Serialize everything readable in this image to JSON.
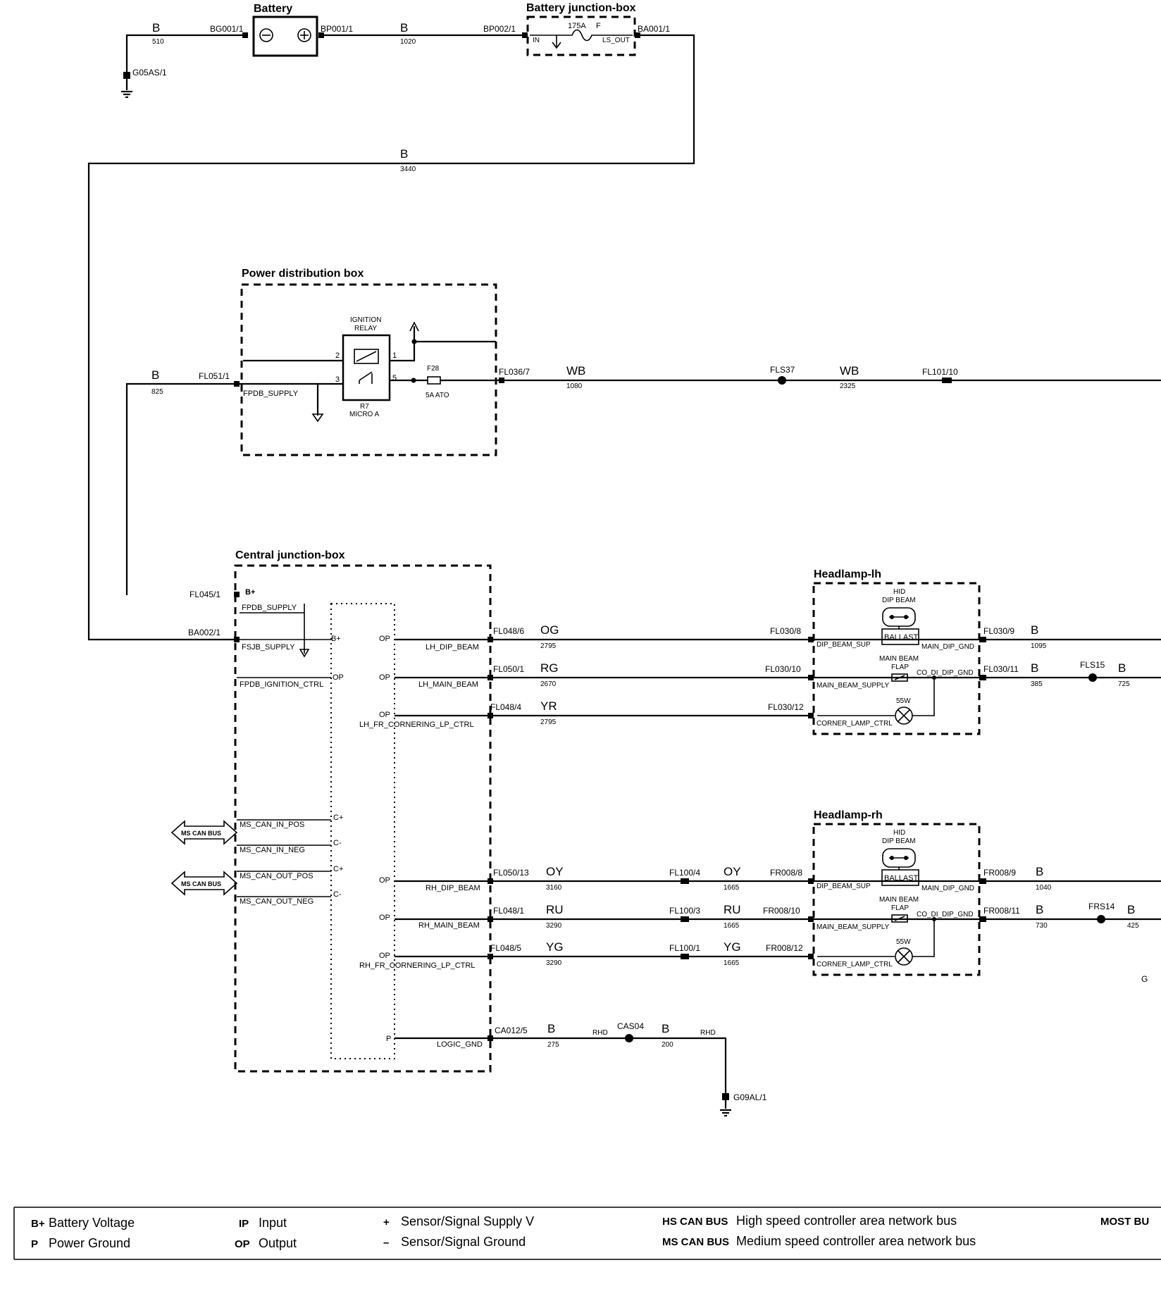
{
  "components": {
    "battery": "Battery",
    "battery_junction_box": "Battery junction-box",
    "power_distribution_box": "Power distribution box",
    "central_junction_box": "Central junction-box",
    "headlamp_lh": "Headlamp-lh",
    "headlamp_rh": "Headlamp-rh"
  },
  "battery_jb": {
    "fuse": "175A",
    "fuse_tag": "F",
    "in": "IN",
    "out": "LS_OUT"
  },
  "relay": {
    "title1": "IGNITION",
    "title2": "RELAY",
    "ref": "R7",
    "type": "MICRO A",
    "pin1": "1",
    "pin2": "2",
    "pin3": "3",
    "pin5": "5"
  },
  "fuse_f28": {
    "name": "F28",
    "rating": "5A ATO"
  },
  "pdb_pin": "FPDB_SUPPLY",
  "cjb": {
    "bplus": "B+",
    "left_pins": [
      "FPDB_SUPPLY",
      "FSJB_SUPPLY",
      "FPDB_IGNITION_CTRL",
      "MS_CAN_IN_POS",
      "MS_CAN_IN_NEG",
      "MS_CAN_OUT_POS",
      "MS_CAN_OUT_NEG"
    ],
    "left_types": [
      "B+",
      "OP",
      "C+",
      "C-",
      "C+",
      "C-"
    ],
    "right_types": [
      "OP",
      "OP",
      "OP",
      "OP",
      "OP",
      "OP",
      "P"
    ],
    "right_pins": [
      "LH_DIP_BEAM",
      "LH_MAIN_BEAM",
      "LH_FR_CORNERING_LP_CTRL",
      "RH_DIP_BEAM",
      "RH_MAIN_BEAM",
      "RH_FR_CORNERING_LP_CTRL",
      "LOGIC_GND"
    ]
  },
  "can_bus_label": "MS CAN BUS",
  "headlamp": {
    "hid1": "HID",
    "hid2": "DIP BEAM",
    "ballast": "BALLAST",
    "main_beam": "MAIN BEAM",
    "flap": "FLAP",
    "watt": "55W",
    "pins": [
      "DIP_BEAM_SUP",
      "MAIN_DIP_GND",
      "MAIN_BEAM_SUPPLY",
      "CO_DI_DIP_GND",
      "CORNER_LAMP_CTRL"
    ]
  },
  "connectors": {
    "bg001": "BG001/1",
    "bp001": "BP001/1",
    "bp002": "BP002/1",
    "ba001": "BA001/1",
    "g05as": "G05AS/1",
    "fl051": "FL051/1",
    "fl036": "FL036/7",
    "fls37": "FLS37",
    "fl101": "FL101/10",
    "fl045": "FL045/1",
    "ba002": "BA002/1",
    "fl048_6": "FL048/6",
    "fl050_1": "FL050/1",
    "fl048_4": "FL048/4",
    "fl030_8": "FL030/8",
    "fl030_10": "FL030/10",
    "fl030_12": "FL030/12",
    "fl030_9": "FL030/9",
    "fl030_11": "FL030/11",
    "fls15": "FLS15",
    "fl050_13": "FL050/13",
    "fl048_1": "FL048/1",
    "fl048_5": "FL048/5",
    "fl100_4": "FL100/4",
    "fl100_3": "FL100/3",
    "fl100_1": "FL100/1",
    "fr008_8": "FR008/8",
    "fr008_10": "FR008/10",
    "fr008_12": "FR008/12",
    "fr008_9": "FR008/9",
    "fr008_11": "FR008/11",
    "frs14": "FRS14",
    "ca012": "CA012/5",
    "cas04": "CAS04",
    "g09al": "G09AL/1",
    "edge_g": "G"
  },
  "wires": {
    "w510": {
      "color": "B",
      "len": "510"
    },
    "w1020": {
      "color": "B",
      "len": "1020"
    },
    "w3440": {
      "color": "B",
      "len": "3440"
    },
    "w825": {
      "color": "B",
      "len": "825"
    },
    "w1080": {
      "color": "WB",
      "len": "1080"
    },
    "w2325": {
      "color": "WB",
      "len": "2325"
    },
    "w_og": {
      "color": "OG",
      "len": "2795"
    },
    "w_rg": {
      "color": "RG",
      "len": "2670"
    },
    "w_yr": {
      "color": "YR",
      "len": "2795"
    },
    "w1095": {
      "color": "B",
      "len": "1095"
    },
    "w385": {
      "color": "B",
      "len": "385"
    },
    "w725": {
      "color": "B",
      "len": "725"
    },
    "w_oy1": {
      "color": "OY",
      "len": "3160"
    },
    "w_oy2": {
      "color": "OY",
      "len": "1665"
    },
    "w_ru1": {
      "color": "RU",
      "len": "3290"
    },
    "w_ru2": {
      "color": "RU",
      "len": "1665"
    },
    "w_yg1": {
      "color": "YG",
      "len": "3290"
    },
    "w_yg2": {
      "color": "YG",
      "len": "1665"
    },
    "w1040": {
      "color": "B",
      "len": "1040"
    },
    "w730": {
      "color": "B",
      "len": "730"
    },
    "w425": {
      "color": "B",
      "len": "425"
    },
    "w275": {
      "color": "B",
      "len": "275"
    },
    "w200": {
      "color": "B",
      "len": "200"
    },
    "rhd": "RHD"
  },
  "legend": {
    "items": [
      {
        "code": "B+",
        "text": "Battery Voltage"
      },
      {
        "code": "P",
        "text": "Power Ground"
      },
      {
        "code": "IP",
        "text": "Input"
      },
      {
        "code": "OP",
        "text": "Output"
      },
      {
        "code": "+",
        "text": "Sensor/Signal Supply V"
      },
      {
        "code": "–",
        "text": "Sensor/Signal Ground"
      },
      {
        "code": "HS CAN BUS",
        "text": "High speed controller area network bus"
      },
      {
        "code": "MS CAN BUS",
        "text": "Medium speed controller area network bus"
      },
      {
        "code": "MOST BU",
        "text": ""
      }
    ]
  }
}
